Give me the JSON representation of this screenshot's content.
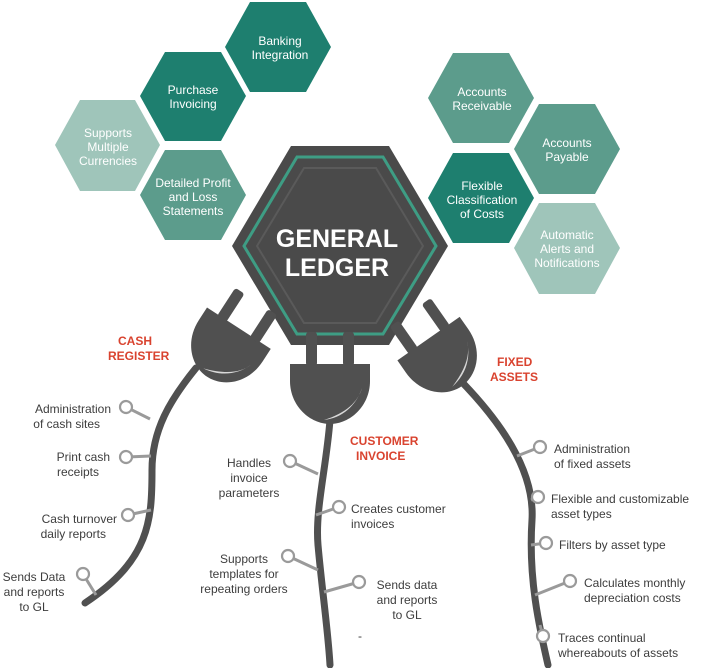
{
  "center": {
    "line1": "GENERAL",
    "line2": "LEDGER"
  },
  "colors": {
    "dark_teal": "#1e7f6f",
    "mid_teal": "#5c9c8c",
    "light_teal": "#9fc5ba",
    "center_fill": "#4a4a4a",
    "center_ring": "#3e9d84",
    "cable": "#505050",
    "accent_red": "#d9432f"
  },
  "hexagons": {
    "banking": [
      "Banking",
      "Integration"
    ],
    "purchase": [
      "Purchase",
      "Invoicing"
    ],
    "currencies": [
      "Supports",
      "Multiple",
      "Currencies"
    ],
    "profit_loss": [
      "Detailed Profit",
      "and Loss",
      "Statements"
    ],
    "receivable": [
      "Accounts",
      "Receivable"
    ],
    "payable": [
      "Accounts",
      "Payable"
    ],
    "classification": [
      "Flexible",
      "Classification",
      "of Costs"
    ],
    "alerts": [
      "Automatic",
      "Alerts and",
      "Notifications"
    ]
  },
  "cash_register": {
    "title": [
      "CASH",
      "REGISTER"
    ],
    "items": [
      [
        "Administration",
        "of cash sites"
      ],
      [
        "Print cash",
        "receipts"
      ],
      [
        "Cash turnover",
        "daily reports"
      ],
      [
        "Sends Data",
        "and reports",
        "to GL"
      ]
    ]
  },
  "customer_invoice": {
    "title": [
      "CUSTOMER",
      "INVOICE"
    ],
    "items": [
      [
        "Handles",
        "invoice",
        "parameters"
      ],
      [
        "Creates customer",
        "invoices"
      ],
      [
        "Supports",
        "templates for",
        "repeating orders"
      ],
      [
        "Sends data",
        "and reports",
        "to GL"
      ]
    ]
  },
  "fixed_assets": {
    "title": [
      "FIXED",
      "ASSETS"
    ],
    "items": [
      [
        "Administration",
        "of fixed assets"
      ],
      [
        "Flexible and customizable",
        "asset types"
      ],
      [
        "Filters by asset type"
      ],
      [
        "Calculates monthly",
        "depreciation costs"
      ],
      [
        "Traces continual",
        "whereabouts of assets"
      ]
    ]
  },
  "footnote": "-"
}
